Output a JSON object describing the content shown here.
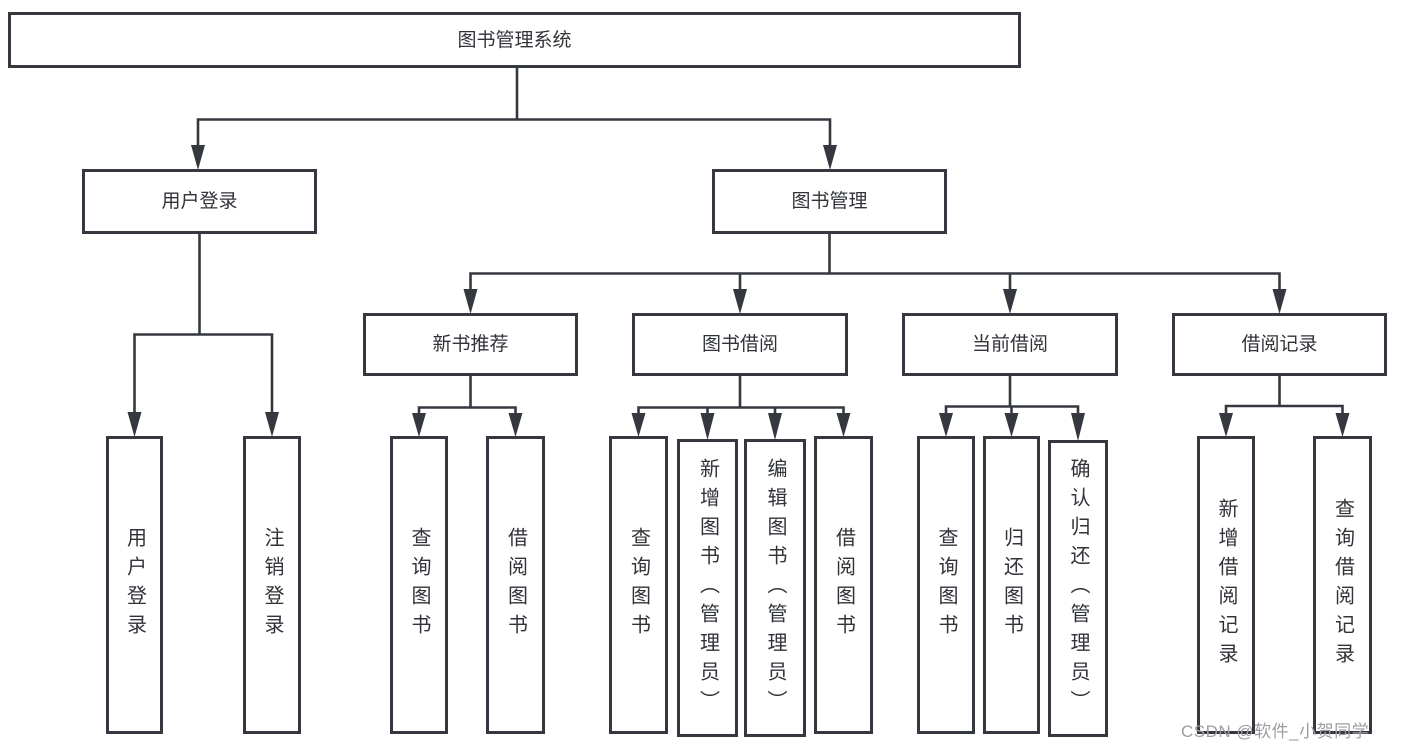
{
  "diagram": {
    "title": "图书管理系统",
    "type": "functional-structure-tree",
    "hierarchy": {
      "label": "图书管理系统",
      "children": [
        {
          "label": "用户登录",
          "children": [
            {
              "label": "用户登录"
            },
            {
              "label": "注销登录"
            }
          ]
        },
        {
          "label": "图书管理",
          "children": [
            {
              "label": "新书推荐",
              "children": [
                {
                  "label": "查询图书"
                },
                {
                  "label": "借阅图书"
                }
              ]
            },
            {
              "label": "图书借阅",
              "children": [
                {
                  "label": "查询图书"
                },
                {
                  "label": "新增图书（管理员）"
                },
                {
                  "label": "编辑图书（管理员）"
                },
                {
                  "label": "借阅图书"
                }
              ]
            },
            {
              "label": "当前借阅",
              "children": [
                {
                  "label": "查询图书"
                },
                {
                  "label": "归还图书"
                },
                {
                  "label": "确认归还（管理员）"
                }
              ]
            },
            {
              "label": "借阅记录",
              "children": [
                {
                  "label": "新增借阅记录"
                },
                {
                  "label": "查询借阅记录"
                }
              ]
            }
          ]
        }
      ]
    }
  },
  "labels": {
    "root": "图书管理系统",
    "user_login": "用户登录",
    "book_mgmt": "图书管理",
    "new_books": "新书推荐",
    "book_borrow": "图书借阅",
    "current_borrow": "当前借阅",
    "borrow_records": "借阅记录",
    "leaf_user_login": "用户登录",
    "leaf_logout": "注销登录",
    "nb_query": "查询图书",
    "nb_borrow": "借阅图书",
    "bb_query": "查询图书",
    "bb_add": "新增图书（管理员）",
    "bb_edit": "编辑图书（管理员）",
    "bb_borrow": "借阅图书",
    "cb_query": "查询图书",
    "cb_return": "归还图书",
    "cb_confirm": "确认归还（管理员）",
    "br_add": "新增借阅记录",
    "br_query": "查询借阅记录"
  },
  "watermark": {
    "text": "CSDN @软件_小贺同学"
  },
  "colors": {
    "line": "#35393f",
    "text": "#303338",
    "watermark": "#9e9ea0",
    "bg": "#ffffff"
  }
}
